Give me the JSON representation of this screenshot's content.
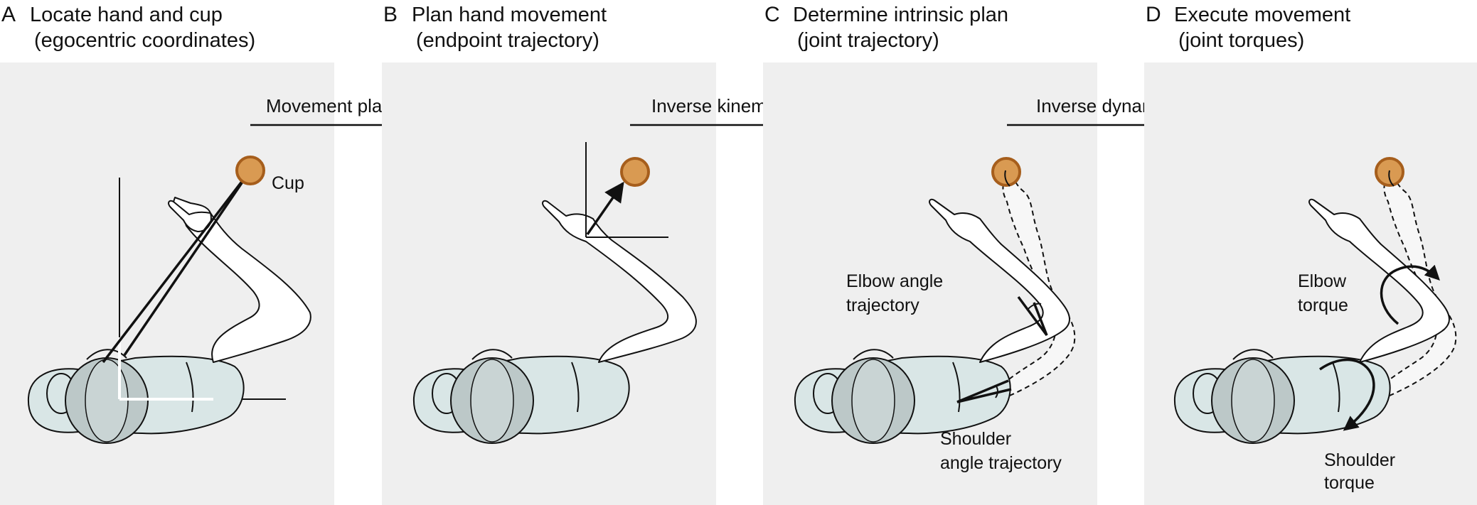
{
  "panels": [
    {
      "letter": "A",
      "title_line1": "Locate hand and cup",
      "title_line2": "(egocentric coordinates)",
      "cup_label": "Cup"
    },
    {
      "letter": "B",
      "title_line1": "Plan hand movement",
      "title_line2": "(endpoint trajectory)"
    },
    {
      "letter": "C",
      "title_line1": "Determine intrinsic plan",
      "title_line2": "(joint trajectory)",
      "elbow_label_line1": "Elbow angle",
      "elbow_label_line2": "trajectory",
      "shoulder_label_line1": "Shoulder",
      "shoulder_label_line2": "angle trajectory"
    },
    {
      "letter": "D",
      "title_line1": "Execute movement",
      "title_line2": "(joint torques)",
      "elbow_label_line1": "Elbow",
      "elbow_label_line2": "torque",
      "shoulder_label_line1": "Shoulder",
      "shoulder_label_line2": "torque"
    }
  ],
  "transitions": [
    {
      "label": "Movement planning"
    },
    {
      "label": "Inverse kinematics"
    },
    {
      "label": "Inverse dynamics"
    }
  ],
  "colors": {
    "panel_background": "#efefef",
    "cup_fill": "#d99a52",
    "cup_outline": "#a65e1c",
    "torso": "#d9e6e6",
    "head": "#bcc8c8"
  }
}
